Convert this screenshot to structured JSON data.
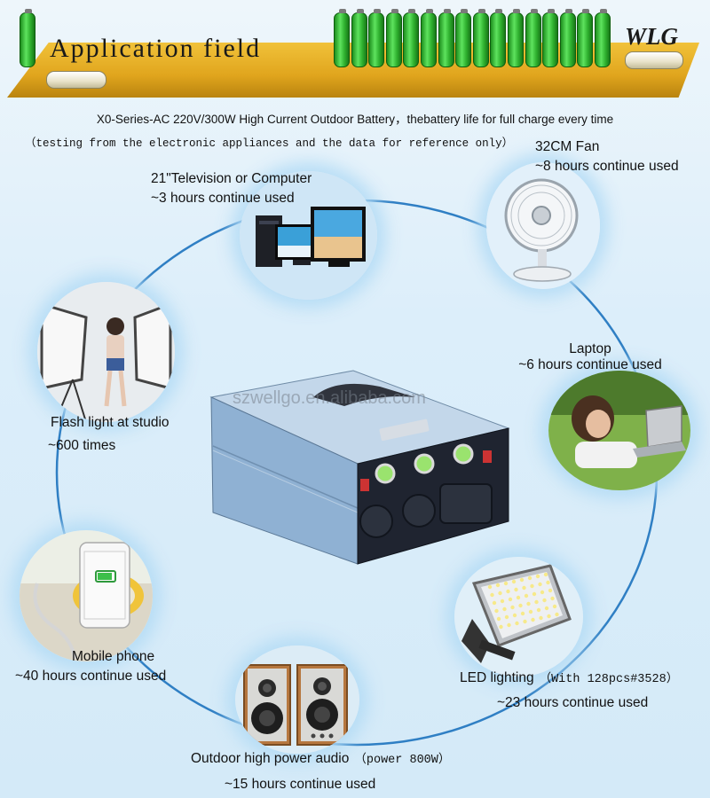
{
  "banner": {
    "title": "Application field",
    "brand": "WLG"
  },
  "description": {
    "line1": "X0-Series-AC 220V/300W High Current Outdoor Battery，thebattery life for full charge every time",
    "line2": "（testing from the electronic appliances and the data for reference only）"
  },
  "product": {
    "watermark": "szwellgo.en.alibaba.com"
  },
  "items": {
    "fan": {
      "name": "32CM Fan",
      "usage": "~8 hours continue used"
    },
    "tv": {
      "name": "21\"Television or Computer",
      "usage": "~3 hours continue used"
    },
    "laptop": {
      "name": "Laptop",
      "usage": "~6 hours continue used"
    },
    "flash": {
      "name": "Flash light at studio",
      "usage": "~600 times"
    },
    "phone": {
      "name": "Mobile phone",
      "usage": "~40 hours continue used"
    },
    "led": {
      "name": "LED lighting",
      "spec": "（With 128pcs#3528）",
      "usage": "~23 hours continue used"
    },
    "audio": {
      "name": "Outdoor high power audio",
      "spec": "（power 800W）",
      "usage": "~15 hours continue used"
    }
  },
  "colors": {
    "ring": "#2f7fc4",
    "banner": "#e0a51d",
    "battery_green": "#2fb12f"
  }
}
